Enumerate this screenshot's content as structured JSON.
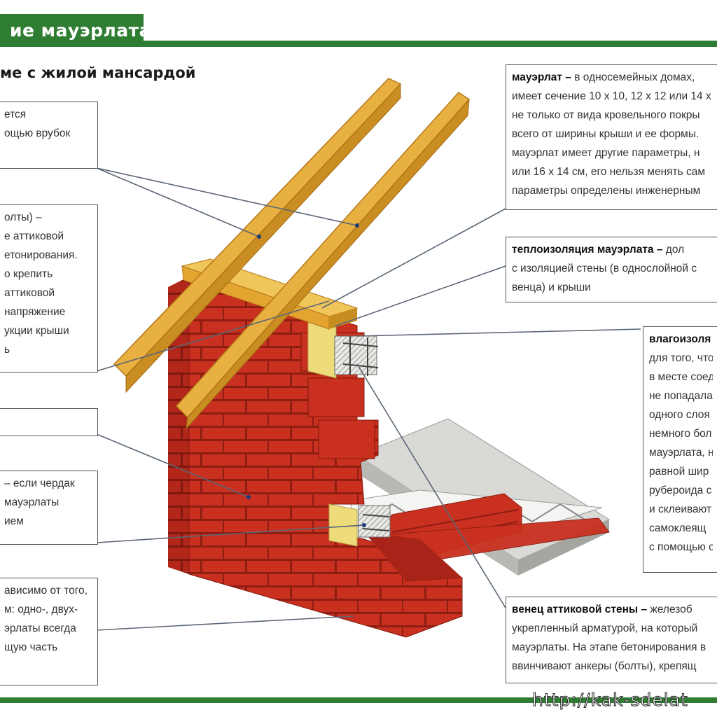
{
  "header": {
    "title": "ие мауэрлата",
    "subtitle": "ме с жилой мансардой"
  },
  "left_boxes": [
    {
      "id": "box-l1",
      "lines": [
        "ется",
        "ощью врубок"
      ]
    },
    {
      "id": "box-l2",
      "lines": [
        "олты) –",
        "е аттиковой",
        "етонирования.",
        "о крепить",
        "аттиковой",
        "напряжение",
        "укции крыши",
        "ь"
      ]
    },
    {
      "id": "box-l3",
      "lines": [
        ""
      ]
    },
    {
      "id": "box-l4",
      "lines": [
        "– если чердак",
        "мауэрлаты",
        "ием"
      ]
    },
    {
      "id": "box-l5",
      "lines": [
        "ависимо от того,",
        "м: одно-, двух-",
        "эрлаты всегда",
        "щую часть"
      ]
    }
  ],
  "right_boxes": [
    {
      "id": "box-r1",
      "title": "мауэрлат –",
      "lines": [
        "в односемейных домах,",
        "имеет сечение 10 х 10, 12 х 12 или 14 х",
        "не только от вида кровельного покры",
        "всего от ширины крыши и ее формы.",
        "мауэрлат имеет другие параметры, н",
        "или 16 х 14 см, его нельзя менять сам",
        "параметры определены инженерным"
      ]
    },
    {
      "id": "box-r2",
      "title": "теплоизоляция мауэрлата –",
      "lines": [
        "дол",
        "с изоляцией стены (в однослойной с",
        "венца) и крыши"
      ]
    },
    {
      "id": "box-r3",
      "title": "влагоизоля",
      "lines": [
        "для того, что",
        "в месте соед",
        "не попадала",
        "одного слоя",
        "немного бол",
        "мауэрлата, н",
        "равной шир",
        "рубероида с",
        "и склеивают",
        "самоклеящ",
        "с помощью с"
      ]
    },
    {
      "id": "box-r4",
      "title": "венец аттиковой стены –",
      "lines": [
        "железоб",
        "укрепленный арматурой, на который",
        "мауэрлаты. На этапе бетонирования в",
        "ввинчивают анкеры (болты), крепящ"
      ]
    }
  ],
  "watermark": "http://kak-sdelat",
  "colors": {
    "green": "#2f7d32",
    "brick": "#c9301f",
    "brick_dark": "#8e1d12",
    "wood": "#e3a530",
    "wood_dark": "#b57818",
    "insulation": "#eedc7a",
    "concrete": "#d9d9d6"
  }
}
